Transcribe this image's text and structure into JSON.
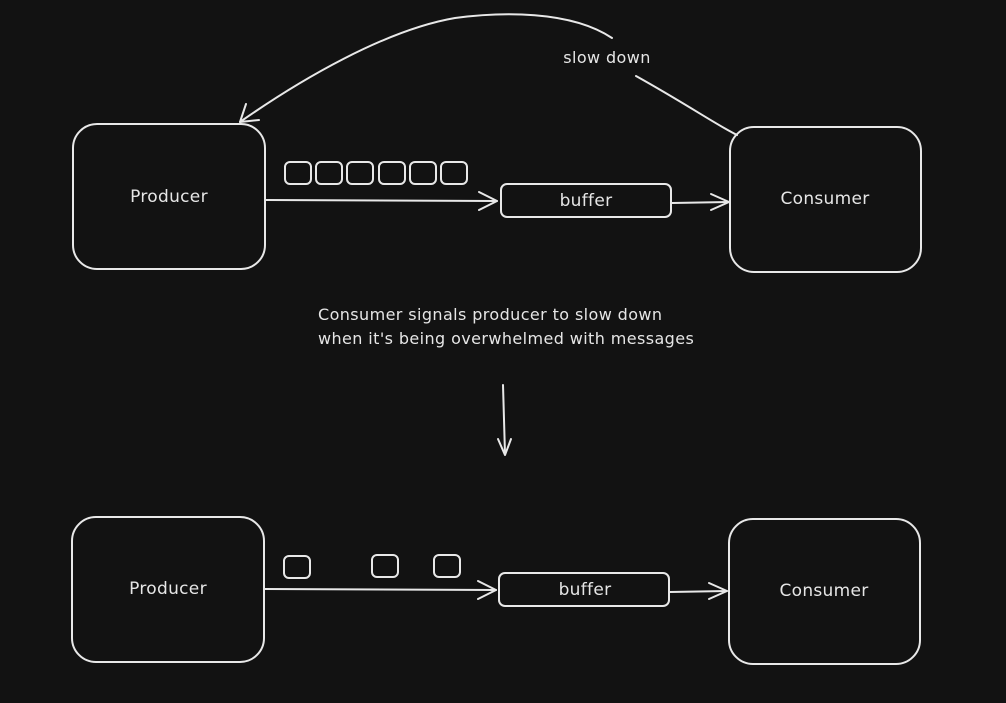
{
  "diagram": {
    "top": {
      "producer_label": "Producer",
      "buffer_label": "buffer",
      "consumer_label": "Consumer",
      "feedback_label": "slow down",
      "message_count": 6
    },
    "caption": {
      "line1": "Consumer signals producer to slow down",
      "line2": "when it's being overwhelmed with messages"
    },
    "bottom": {
      "producer_label": "Producer",
      "buffer_label": "buffer",
      "consumer_label": "Consumer",
      "message_count": 3
    }
  }
}
